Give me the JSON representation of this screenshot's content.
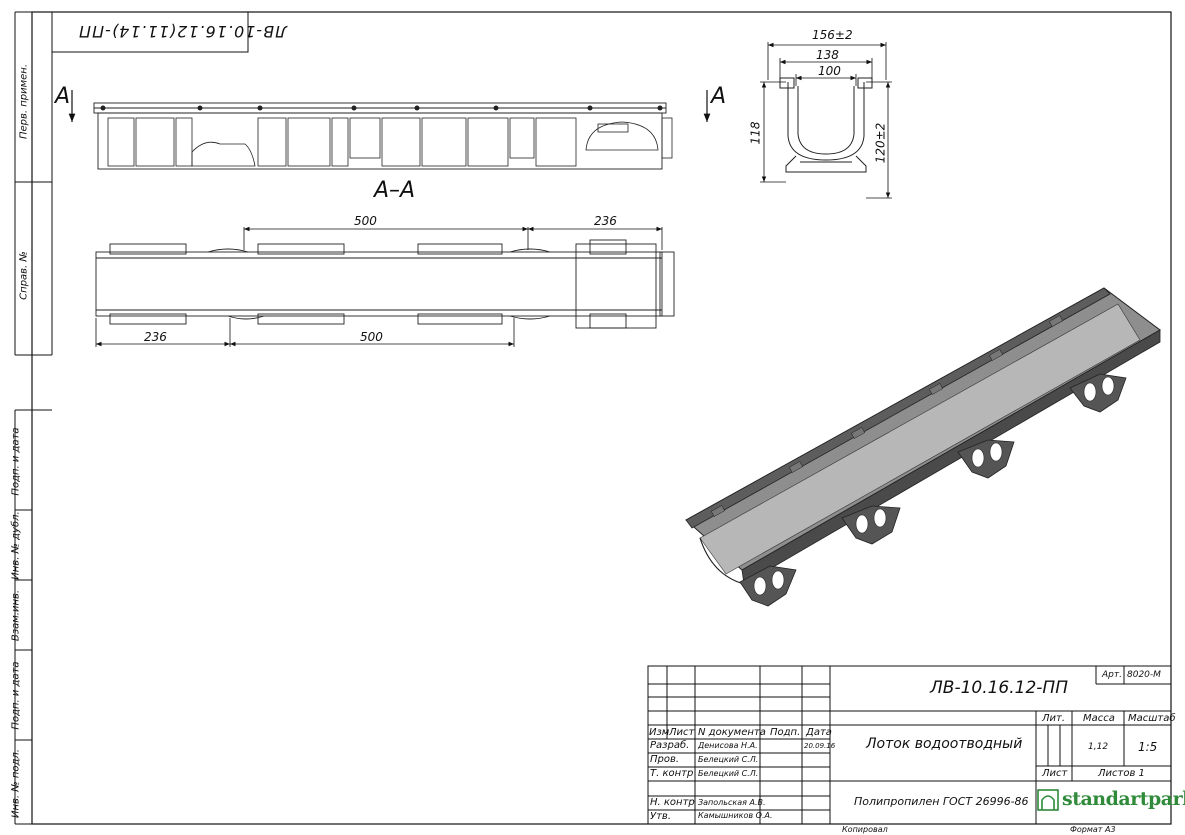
{
  "stamp": {
    "rotated_code": "ЛВ-10.16.12(11.14)-ПП"
  },
  "side_strip": [
    "Перв. примен.",
    "Справ. №",
    "Подп. и дата",
    "Инв. № дубл.",
    "Взам.инв.",
    "Подп. и дата",
    "Инв. № подл."
  ],
  "section": {
    "marker": "А",
    "title": "А–А"
  },
  "dims": {
    "top_500": "500",
    "top_236": "236",
    "bottom_236": "236",
    "bottom_500": "500",
    "w_156": "156±2",
    "w_138": "138",
    "w_100": "100",
    "h_118": "118",
    "h_120": "120±2"
  },
  "title_block": {
    "designation": "ЛВ-10.16.12-ПП",
    "art_label": "Арт.",
    "art_value": "8020-М",
    "name": "Лоток водоотводный",
    "material": "Полипропилен ГОСТ 26996-86",
    "lit_label": "Лит.",
    "mass_label": "Масса",
    "scale_label": "Масштаб",
    "mass_value": "1,12",
    "scale_value": "1:5",
    "sheet_label": "Лист",
    "sheets_label": "Листов 1",
    "company": "standartpark",
    "col_headers": [
      "Изм",
      "Лист",
      "N документа",
      "Подп.",
      "Дата"
    ],
    "rows": [
      {
        "role": "Разраб.",
        "name": "Денисова Н.А.",
        "date": "20.09.16"
      },
      {
        "role": "Пров.",
        "name": "Белецкий С.Л.",
        "date": ""
      },
      {
        "role": "Т. контр",
        "name": "Белецкий С.Л.",
        "date": ""
      },
      {
        "role": "",
        "name": "",
        "date": ""
      },
      {
        "role": "Н. контр",
        "name": "Запольская А.В.",
        "date": ""
      },
      {
        "role": "Утв.",
        "name": "Камышников О.А.",
        "date": ""
      }
    ]
  },
  "footer": {
    "copied": "Копировал",
    "format": "Формат А3"
  }
}
